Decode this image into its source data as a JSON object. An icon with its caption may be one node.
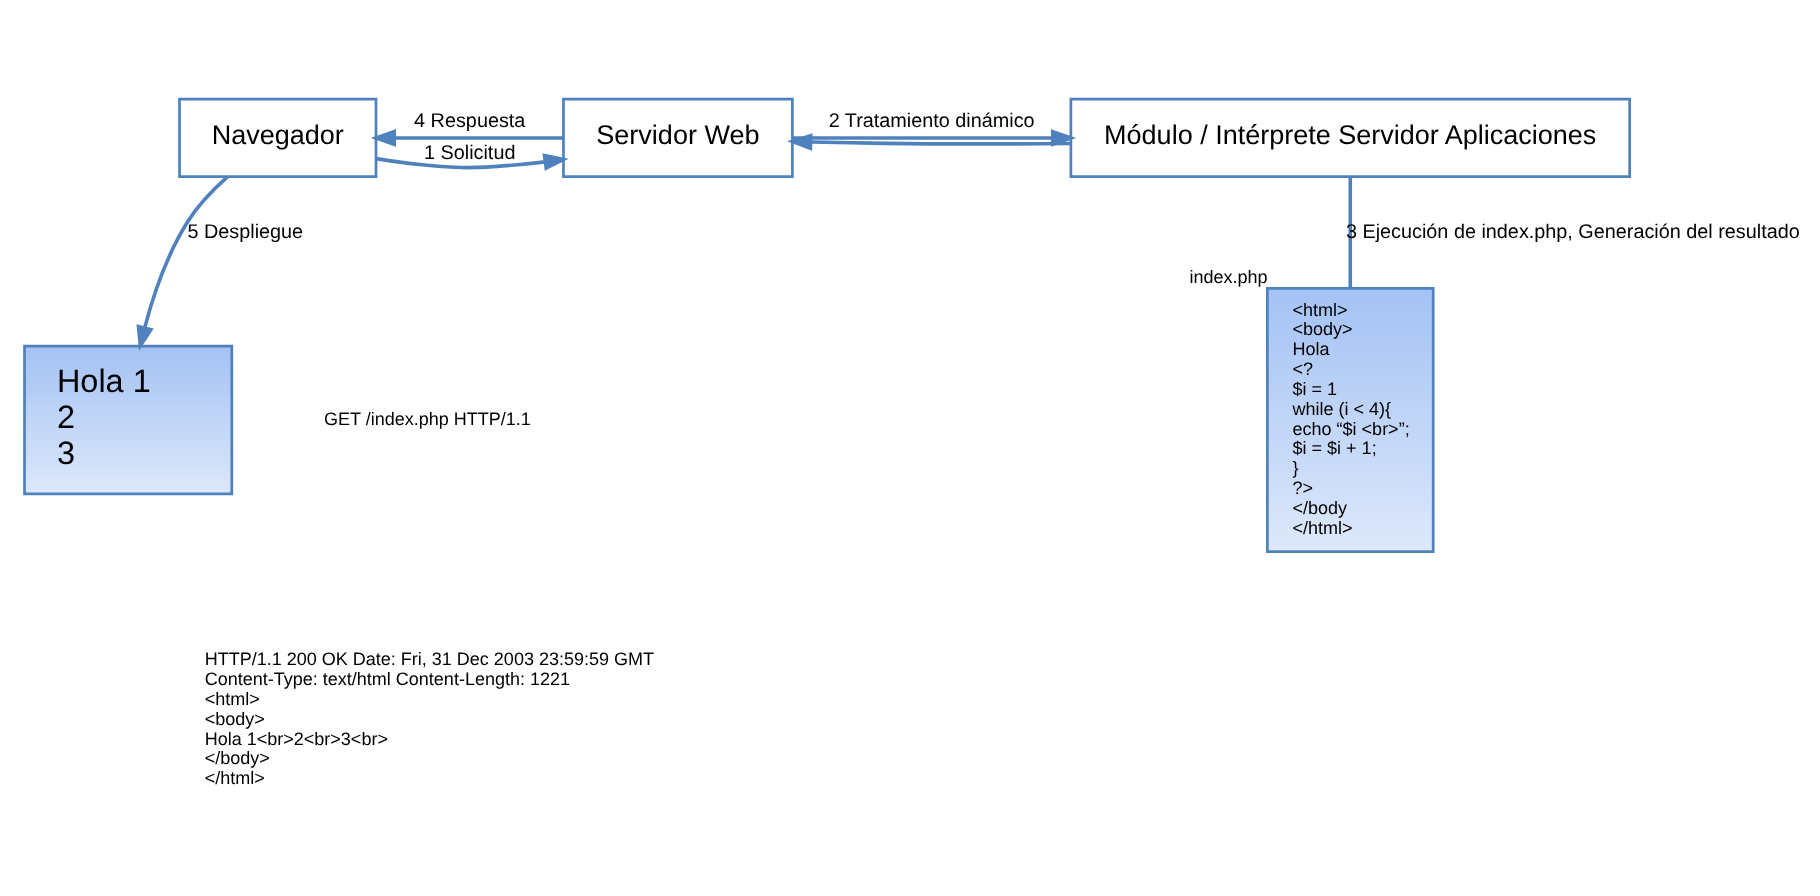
{
  "diagram": {
    "nodes": [
      {
        "text": [
          "Navegador"
        ]
      },
      {
        "text": [
          "Servidor Web"
        ]
      },
      {
        "text": [
          "Módulo / Intérprete Servidor Aplicaciones"
        ]
      },
      {
        "text": [
          "<html>",
          "<body>",
          "Hola",
          "<?",
          "$i = 1",
          "while (i < 4){",
          "echo “$i <br>”;",
          "$i = $i + 1;",
          "}",
          "?>",
          "</body",
          "</html>"
        ],
        "beside": [
          "index.php"
        ]
      },
      {
        "text": [
          "Hola 1",
          "2",
          "3"
        ]
      }
    ],
    "edges": [
      {
        "from": 0,
        "to": 1,
        "arrow": "to",
        "label": "1 Solicitud"
      },
      {
        "from": 1,
        "to": 2,
        "arrow": "to",
        "label": "2 Tratamiento dinámico"
      },
      {
        "from": 2,
        "to": 1,
        "arrow": "to"
      },
      {
        "from": 1,
        "to": 0,
        "arrow": "to",
        "label": "4 Respuesta"
      },
      {
        "from": 2,
        "to": 3,
        "arrow": "none",
        "label": "3 Ejecución de index.php, Generación del resultado"
      },
      {
        "from": 0,
        "to": 4,
        "arrow": "to",
        "label": "5 Despliegue"
      }
    ],
    "labels": [
      "GET /index.php HTTP/1.1",
      "HTTP/1.1 200 OK Date: Fri, 31 Dec 2003 23:59:59 GMT",
      "Content-Type: text/html Content-Length: 1221",
      "<html>",
      "<body>",
      "Hola 1<br>2<br>3<br>",
      "</body>",
      "</html>"
    ]
  }
}
